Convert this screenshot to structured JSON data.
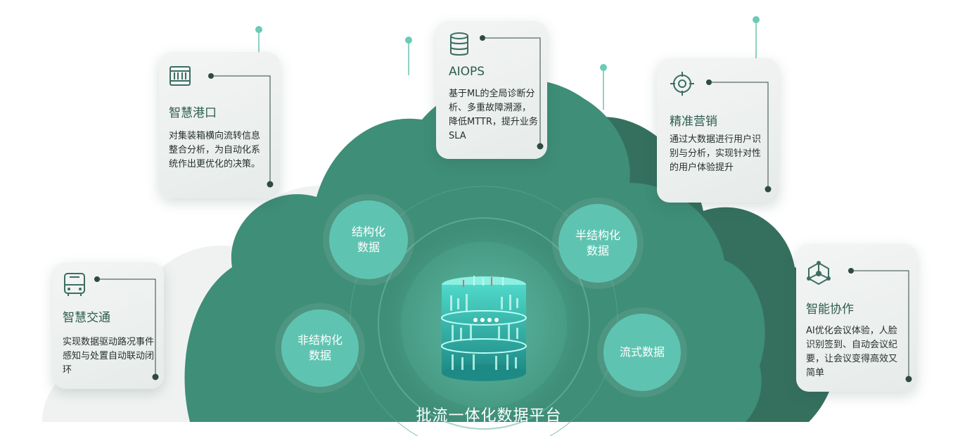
{
  "platform_title": "批流一体化数据平台",
  "data_types": [
    {
      "label": "结构化\n数据"
    },
    {
      "label": "半结构化\n数据"
    },
    {
      "label": "非结构化\n数据"
    },
    {
      "label": "流式数据"
    }
  ],
  "cards": [
    {
      "icon": "container-icon",
      "title": "智慧港口",
      "desc": "对集装箱横向流转信息整合分析，为自动化系统作出更优化的决策。"
    },
    {
      "icon": "database-icon",
      "title": "AIOPS",
      "desc": "基于ML的全局诊断分析、多重故障溯源，降低MTTR，提升业务SLA"
    },
    {
      "icon": "target-icon",
      "title": "精准营销",
      "desc": "通过大数据进行用户识别与分析，实现针对性的用户体验提升"
    },
    {
      "icon": "bus-icon",
      "title": "智慧交通",
      "desc": "实现数据驱动路况事件感知与处置自动联动闭环"
    },
    {
      "icon": "network-icon",
      "title": "智能协作",
      "desc": "AI优化会议体验，人脸识别签到、自动会议纪要，让会议变得高效又简单"
    }
  ],
  "colors": {
    "cloud_main": "#3e8e76",
    "cloud_dark": "#2f6c5a",
    "bubble": "#5ec4b1",
    "accent": "#6ccab6"
  }
}
